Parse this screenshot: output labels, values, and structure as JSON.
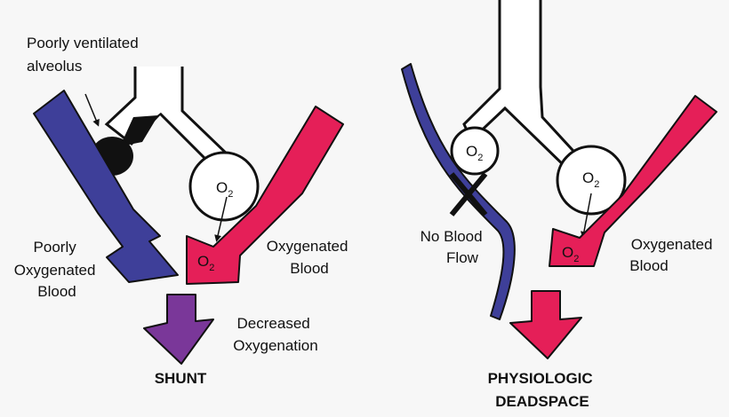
{
  "colors": {
    "deoxygenated": "#3e3f99",
    "oxygenated": "#e51f58",
    "mixed": "#7a3799",
    "outline": "#111111",
    "background": "#f7f7f7",
    "alveolus_fill": "#ffffff",
    "collapsed_alveolus": "#111111"
  },
  "shunt": {
    "label_poorly_ventilated_line1": "Poorly ventilated",
    "label_poorly_ventilated_line2": "alveolus",
    "label_poorly_oxy_line1": "Poorly",
    "label_poorly_oxy_line2": "Oxygenated",
    "label_poorly_oxy_line3": "Blood",
    "label_oxygenated_line1": "Oxygenated",
    "label_oxygenated_line2": "Blood",
    "label_decreased_line1": "Decreased",
    "label_decreased_line2": "Oxygenation",
    "title": "SHUNT",
    "o2_symbol": "O",
    "o2_subscript": "2"
  },
  "deadspace": {
    "label_no_flow_line1": "No Blood",
    "label_no_flow_line2": "Flow",
    "label_oxygenated_line1": "Oxygenated",
    "label_oxygenated_line2": "Blood",
    "title_line1": "PHYSIOLOGIC",
    "title_line2": "DEADSPACE",
    "o2_symbol": "O",
    "o2_subscript": "2",
    "x_mark": "X"
  }
}
